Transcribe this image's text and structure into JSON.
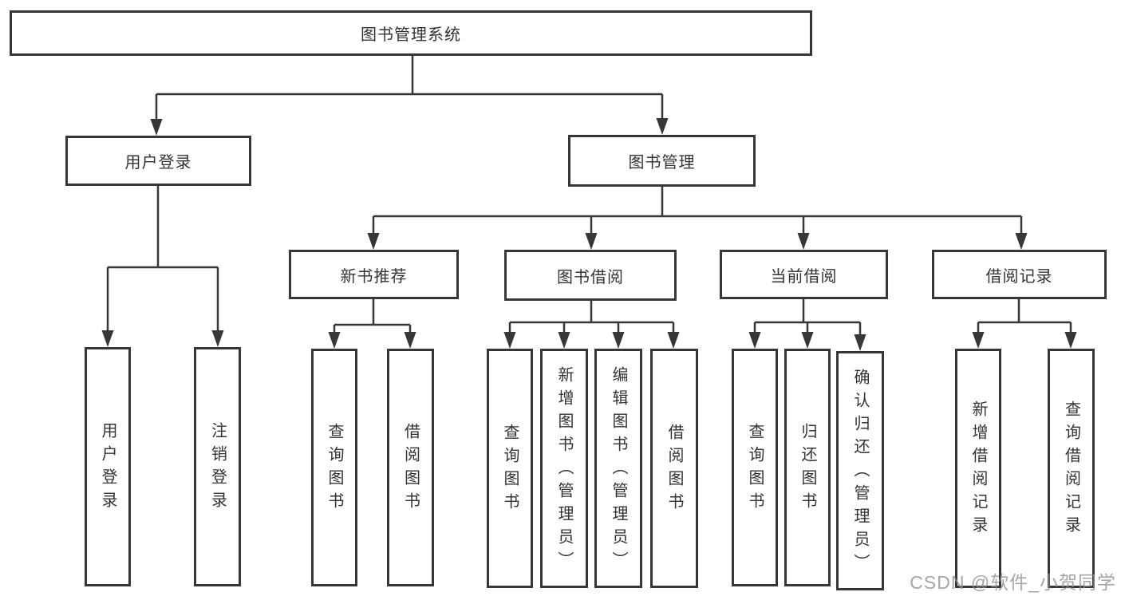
{
  "colors": {
    "line": "#373737",
    "box_border": "#373737",
    "text": "#333333",
    "watermark_text": "#8f8f8f",
    "background": "#ffffff"
  },
  "tree": {
    "root": {
      "label": "图书管理系统"
    },
    "children": [
      {
        "label": "用户登录",
        "children": [
          {
            "label": "用户登录"
          },
          {
            "label": "注销登录"
          }
        ]
      },
      {
        "label": "图书管理",
        "children": [
          {
            "label": "新书推荐",
            "children": [
              {
                "label": "查询图书"
              },
              {
                "label": "借阅图书"
              }
            ]
          },
          {
            "label": "图书借阅",
            "children": [
              {
                "label": "查询图书"
              },
              {
                "label": "新增图书（管理员）"
              },
              {
                "label": "编辑图书（管理员）"
              },
              {
                "label": "借阅图书"
              }
            ]
          },
          {
            "label": "当前借阅",
            "children": [
              {
                "label": "查询图书"
              },
              {
                "label": "归还图书"
              },
              {
                "label": "确认归还（管理员）"
              }
            ]
          },
          {
            "label": "借阅记录",
            "children": [
              {
                "label": "新增借阅记录"
              },
              {
                "label": "查询借阅记录"
              }
            ]
          }
        ]
      }
    ]
  },
  "watermark": {
    "text": "CSDN @软件_小贺同学"
  }
}
